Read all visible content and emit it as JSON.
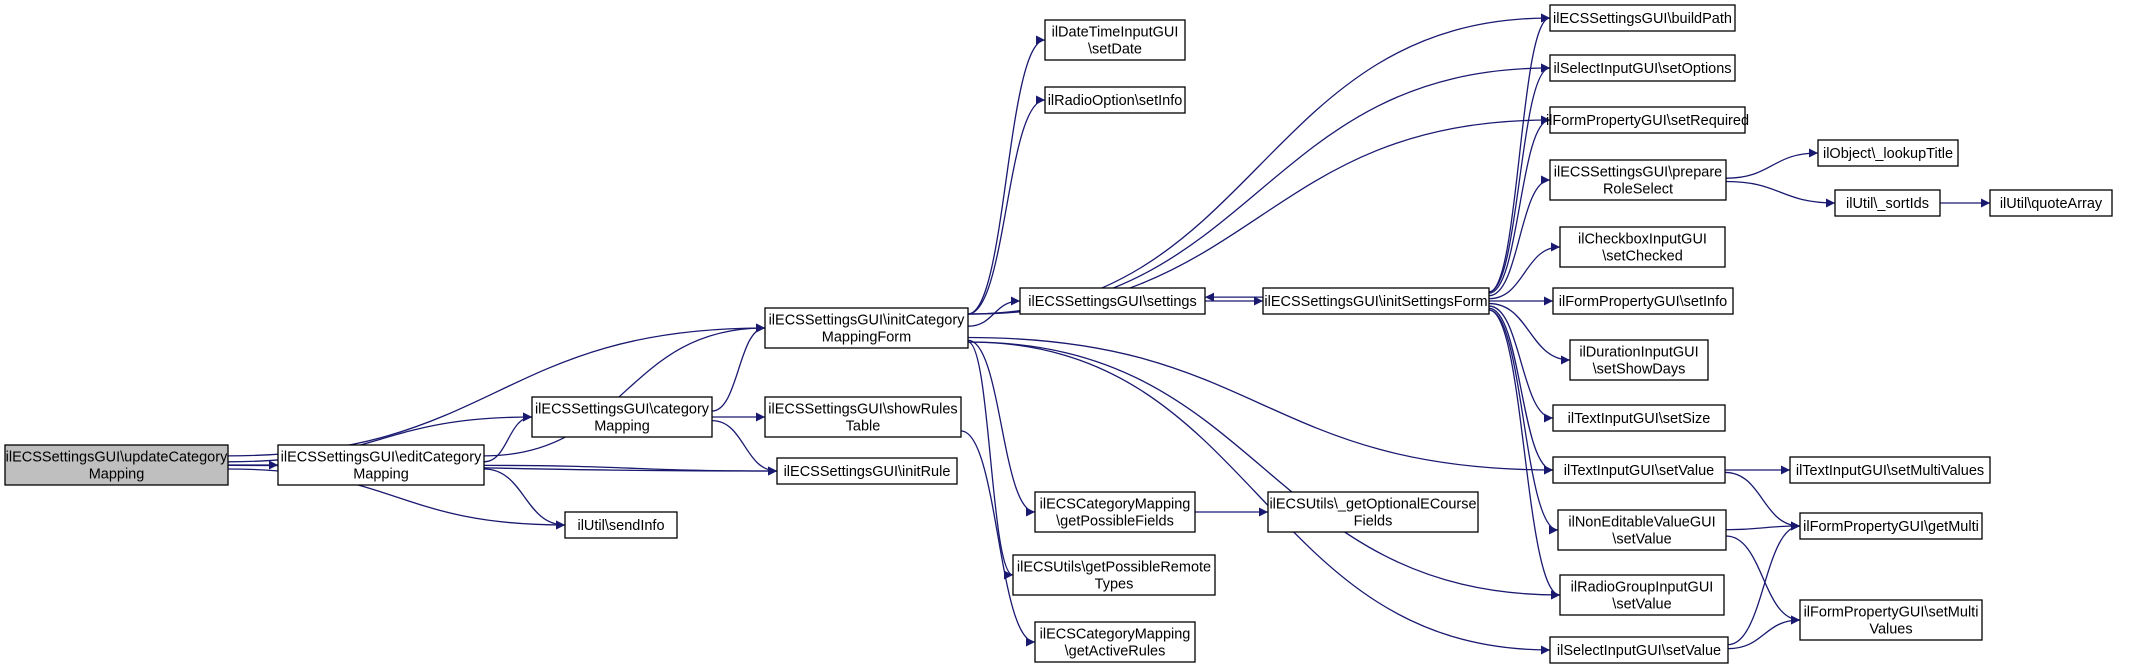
{
  "colors": {
    "edge": "#191970",
    "root_fill": "#bfbfbf",
    "node_fill": "#ffffff",
    "node_stroke": "#000000"
  },
  "nodes": [
    {
      "id": "updateCategoryMapping",
      "lines": [
        "ilECSSettingsGUI\\updateCategory",
        "Mapping"
      ],
      "root": true
    },
    {
      "id": "editCategoryMapping",
      "lines": [
        "ilECSSettingsGUI\\editCategory",
        "Mapping"
      ]
    },
    {
      "id": "categoryMapping",
      "lines": [
        "ilECSSettingsGUI\\category",
        "Mapping"
      ]
    },
    {
      "id": "initCategoryMappingForm",
      "lines": [
        "ilECSSettingsGUI\\initCategory",
        "MappingForm"
      ]
    },
    {
      "id": "sendInfo",
      "lines": [
        "ilUtil\\sendInfo"
      ]
    },
    {
      "id": "initRule",
      "lines": [
        "ilECSSettingsGUI\\initRule"
      ]
    },
    {
      "id": "showRulesTable",
      "lines": [
        "ilECSSettingsGUI\\showRules",
        "Table"
      ]
    },
    {
      "id": "settings",
      "lines": [
        "ilECSSettingsGUI\\settings"
      ]
    },
    {
      "id": "dtSetDate",
      "lines": [
        "ilDateTimeInputGUI",
        "\\setDate"
      ]
    },
    {
      "id": "radioSetInfo",
      "lines": [
        "ilRadioOption\\setInfo"
      ]
    },
    {
      "id": "getPossibleFields",
      "lines": [
        "ilECSCategoryMapping",
        "\\getPossibleFields"
      ]
    },
    {
      "id": "getPossibleRemoteTypes",
      "lines": [
        "ilECSUtils\\getPossibleRemote",
        "Types"
      ]
    },
    {
      "id": "getActiveRules",
      "lines": [
        "ilECSCategoryMapping",
        "\\getActiveRules"
      ]
    },
    {
      "id": "initSettingsForm",
      "lines": [
        "ilECSSettingsGUI\\initSettingsForm"
      ]
    },
    {
      "id": "getOptionalECourseFields",
      "lines": [
        "ilECSUtils\\_getOptionalECourse",
        "Fields"
      ]
    },
    {
      "id": "buildPath",
      "lines": [
        "ilECSSettingsGUI\\buildPath"
      ]
    },
    {
      "id": "setOptions",
      "lines": [
        "ilSelectInputGUI\\setOptions"
      ]
    },
    {
      "id": "setRequired",
      "lines": [
        "ilFormPropertyGUI\\setRequired"
      ]
    },
    {
      "id": "prepareRoleSelect",
      "lines": [
        "ilECSSettingsGUI\\prepare",
        "RoleSelect"
      ]
    },
    {
      "id": "setChecked",
      "lines": [
        "ilCheckboxInputGUI",
        "\\setChecked"
      ]
    },
    {
      "id": "fpSetInfo",
      "lines": [
        "ilFormPropertyGUI\\setInfo"
      ]
    },
    {
      "id": "setShowDays",
      "lines": [
        "ilDurationInputGUI",
        "\\setShowDays"
      ]
    },
    {
      "id": "setSize",
      "lines": [
        "ilTextInputGUI\\setSize"
      ]
    },
    {
      "id": "textSetValue",
      "lines": [
        "ilTextInputGUI\\setValue"
      ]
    },
    {
      "id": "nonEditSetValue",
      "lines": [
        "ilNonEditableValueGUI",
        "\\setValue"
      ]
    },
    {
      "id": "radioGroupSetValue",
      "lines": [
        "ilRadioGroupInputGUI",
        "\\setValue"
      ]
    },
    {
      "id": "selectSetValue",
      "lines": [
        "ilSelectInputGUI\\setValue"
      ]
    },
    {
      "id": "lookupTitle",
      "lines": [
        "ilObject\\_lookupTitle"
      ]
    },
    {
      "id": "sortIds",
      "lines": [
        "ilUtil\\_sortIds"
      ]
    },
    {
      "id": "quoteArray",
      "lines": [
        "ilUtil\\quoteArray"
      ]
    },
    {
      "id": "setMultiValuesText",
      "lines": [
        "ilTextInputGUI\\setMultiValues"
      ]
    },
    {
      "id": "getMulti",
      "lines": [
        "ilFormPropertyGUI\\getMulti"
      ]
    },
    {
      "id": "setMultiValues",
      "lines": [
        "ilFormPropertyGUI\\setMulti",
        "Values"
      ]
    }
  ],
  "edges": [
    [
      "updateCategoryMapping",
      "editCategoryMapping"
    ],
    [
      "updateCategoryMapping",
      "initCategoryMappingForm"
    ],
    [
      "updateCategoryMapping",
      "categoryMapping"
    ],
    [
      "updateCategoryMapping",
      "sendInfo"
    ],
    [
      "updateCategoryMapping",
      "initRule"
    ],
    [
      "editCategoryMapping",
      "categoryMapping"
    ],
    [
      "editCategoryMapping",
      "initCategoryMappingForm"
    ],
    [
      "editCategoryMapping",
      "initRule"
    ],
    [
      "editCategoryMapping",
      "sendInfo"
    ],
    [
      "categoryMapping",
      "initCategoryMappingForm"
    ],
    [
      "categoryMapping",
      "showRulesTable"
    ],
    [
      "categoryMapping",
      "initRule"
    ],
    [
      "initCategoryMappingForm",
      "dtSetDate"
    ],
    [
      "initCategoryMappingForm",
      "radioSetInfo"
    ],
    [
      "initCategoryMappingForm",
      "buildPath"
    ],
    [
      "initCategoryMappingForm",
      "setOptions"
    ],
    [
      "initCategoryMappingForm",
      "setRequired"
    ],
    [
      "initCategoryMappingForm",
      "settings"
    ],
    [
      "initCategoryMappingForm",
      "getPossibleFields"
    ],
    [
      "initCategoryMappingForm",
      "getPossibleRemoteTypes"
    ],
    [
      "initCategoryMappingForm",
      "textSetValue"
    ],
    [
      "initCategoryMappingForm",
      "radioGroupSetValue"
    ],
    [
      "initCategoryMappingForm",
      "selectSetValue"
    ],
    [
      "showRulesTable",
      "getActiveRules"
    ],
    [
      "settings",
      "initSettingsForm"
    ],
    [
      "initSettingsForm",
      "settings"
    ],
    [
      "getPossibleFields",
      "getOptionalECourseFields"
    ],
    [
      "initSettingsForm",
      "buildPath"
    ],
    [
      "initSettingsForm",
      "setOptions"
    ],
    [
      "initSettingsForm",
      "setRequired"
    ],
    [
      "initSettingsForm",
      "prepareRoleSelect"
    ],
    [
      "initSettingsForm",
      "setChecked"
    ],
    [
      "initSettingsForm",
      "fpSetInfo"
    ],
    [
      "initSettingsForm",
      "setShowDays"
    ],
    [
      "initSettingsForm",
      "setSize"
    ],
    [
      "initSettingsForm",
      "textSetValue"
    ],
    [
      "initSettingsForm",
      "nonEditSetValue"
    ],
    [
      "initSettingsForm",
      "radioGroupSetValue"
    ],
    [
      "prepareRoleSelect",
      "lookupTitle"
    ],
    [
      "prepareRoleSelect",
      "sortIds"
    ],
    [
      "sortIds",
      "quoteArray"
    ],
    [
      "textSetValue",
      "setMultiValuesText"
    ],
    [
      "textSetValue",
      "getMulti"
    ],
    [
      "nonEditSetValue",
      "getMulti"
    ],
    [
      "nonEditSetValue",
      "setMultiValues"
    ],
    [
      "selectSetValue",
      "getMulti"
    ],
    [
      "selectSetValue",
      "setMultiValues"
    ]
  ]
}
